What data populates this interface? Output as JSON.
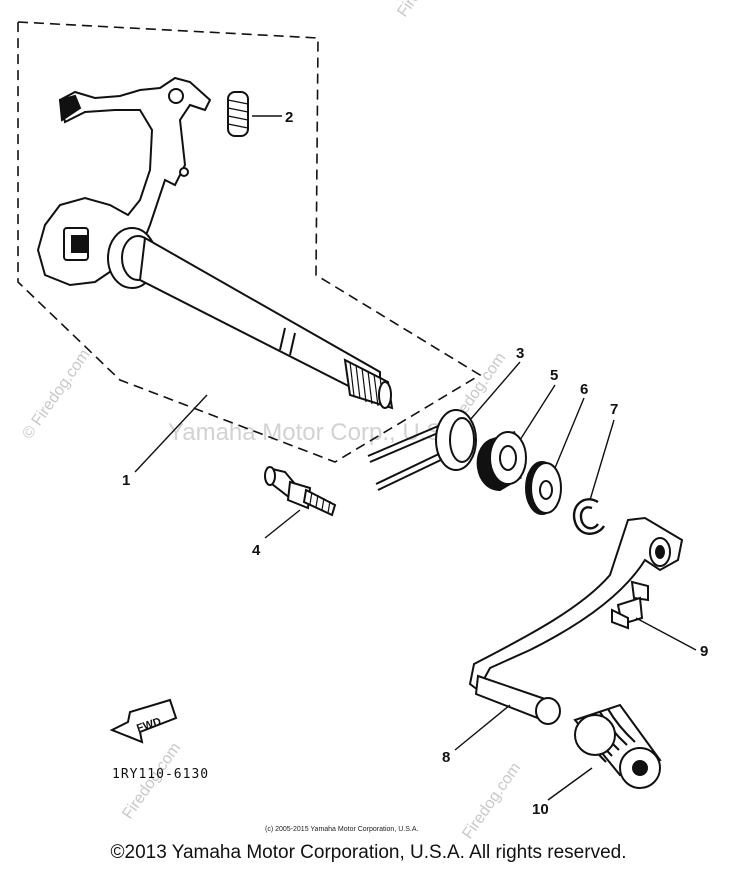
{
  "callouts": [
    "1",
    "2",
    "3",
    "4",
    "5",
    "6",
    "7",
    "8",
    "9",
    "10"
  ],
  "part_code": "1RY110-6130",
  "fwd_label": "FWD",
  "watermarks": {
    "site": "© Firedog.com",
    "site_short": "Firedog.com",
    "brand": "Yamaha Motor Corp., U.S.A."
  },
  "copyright_small": "(c) 2005-2015 Yamaha Motor Corporation, U.S.A.",
  "footer": "©2013 Yamaha Motor Corporation, U.S.A. All rights reserved."
}
